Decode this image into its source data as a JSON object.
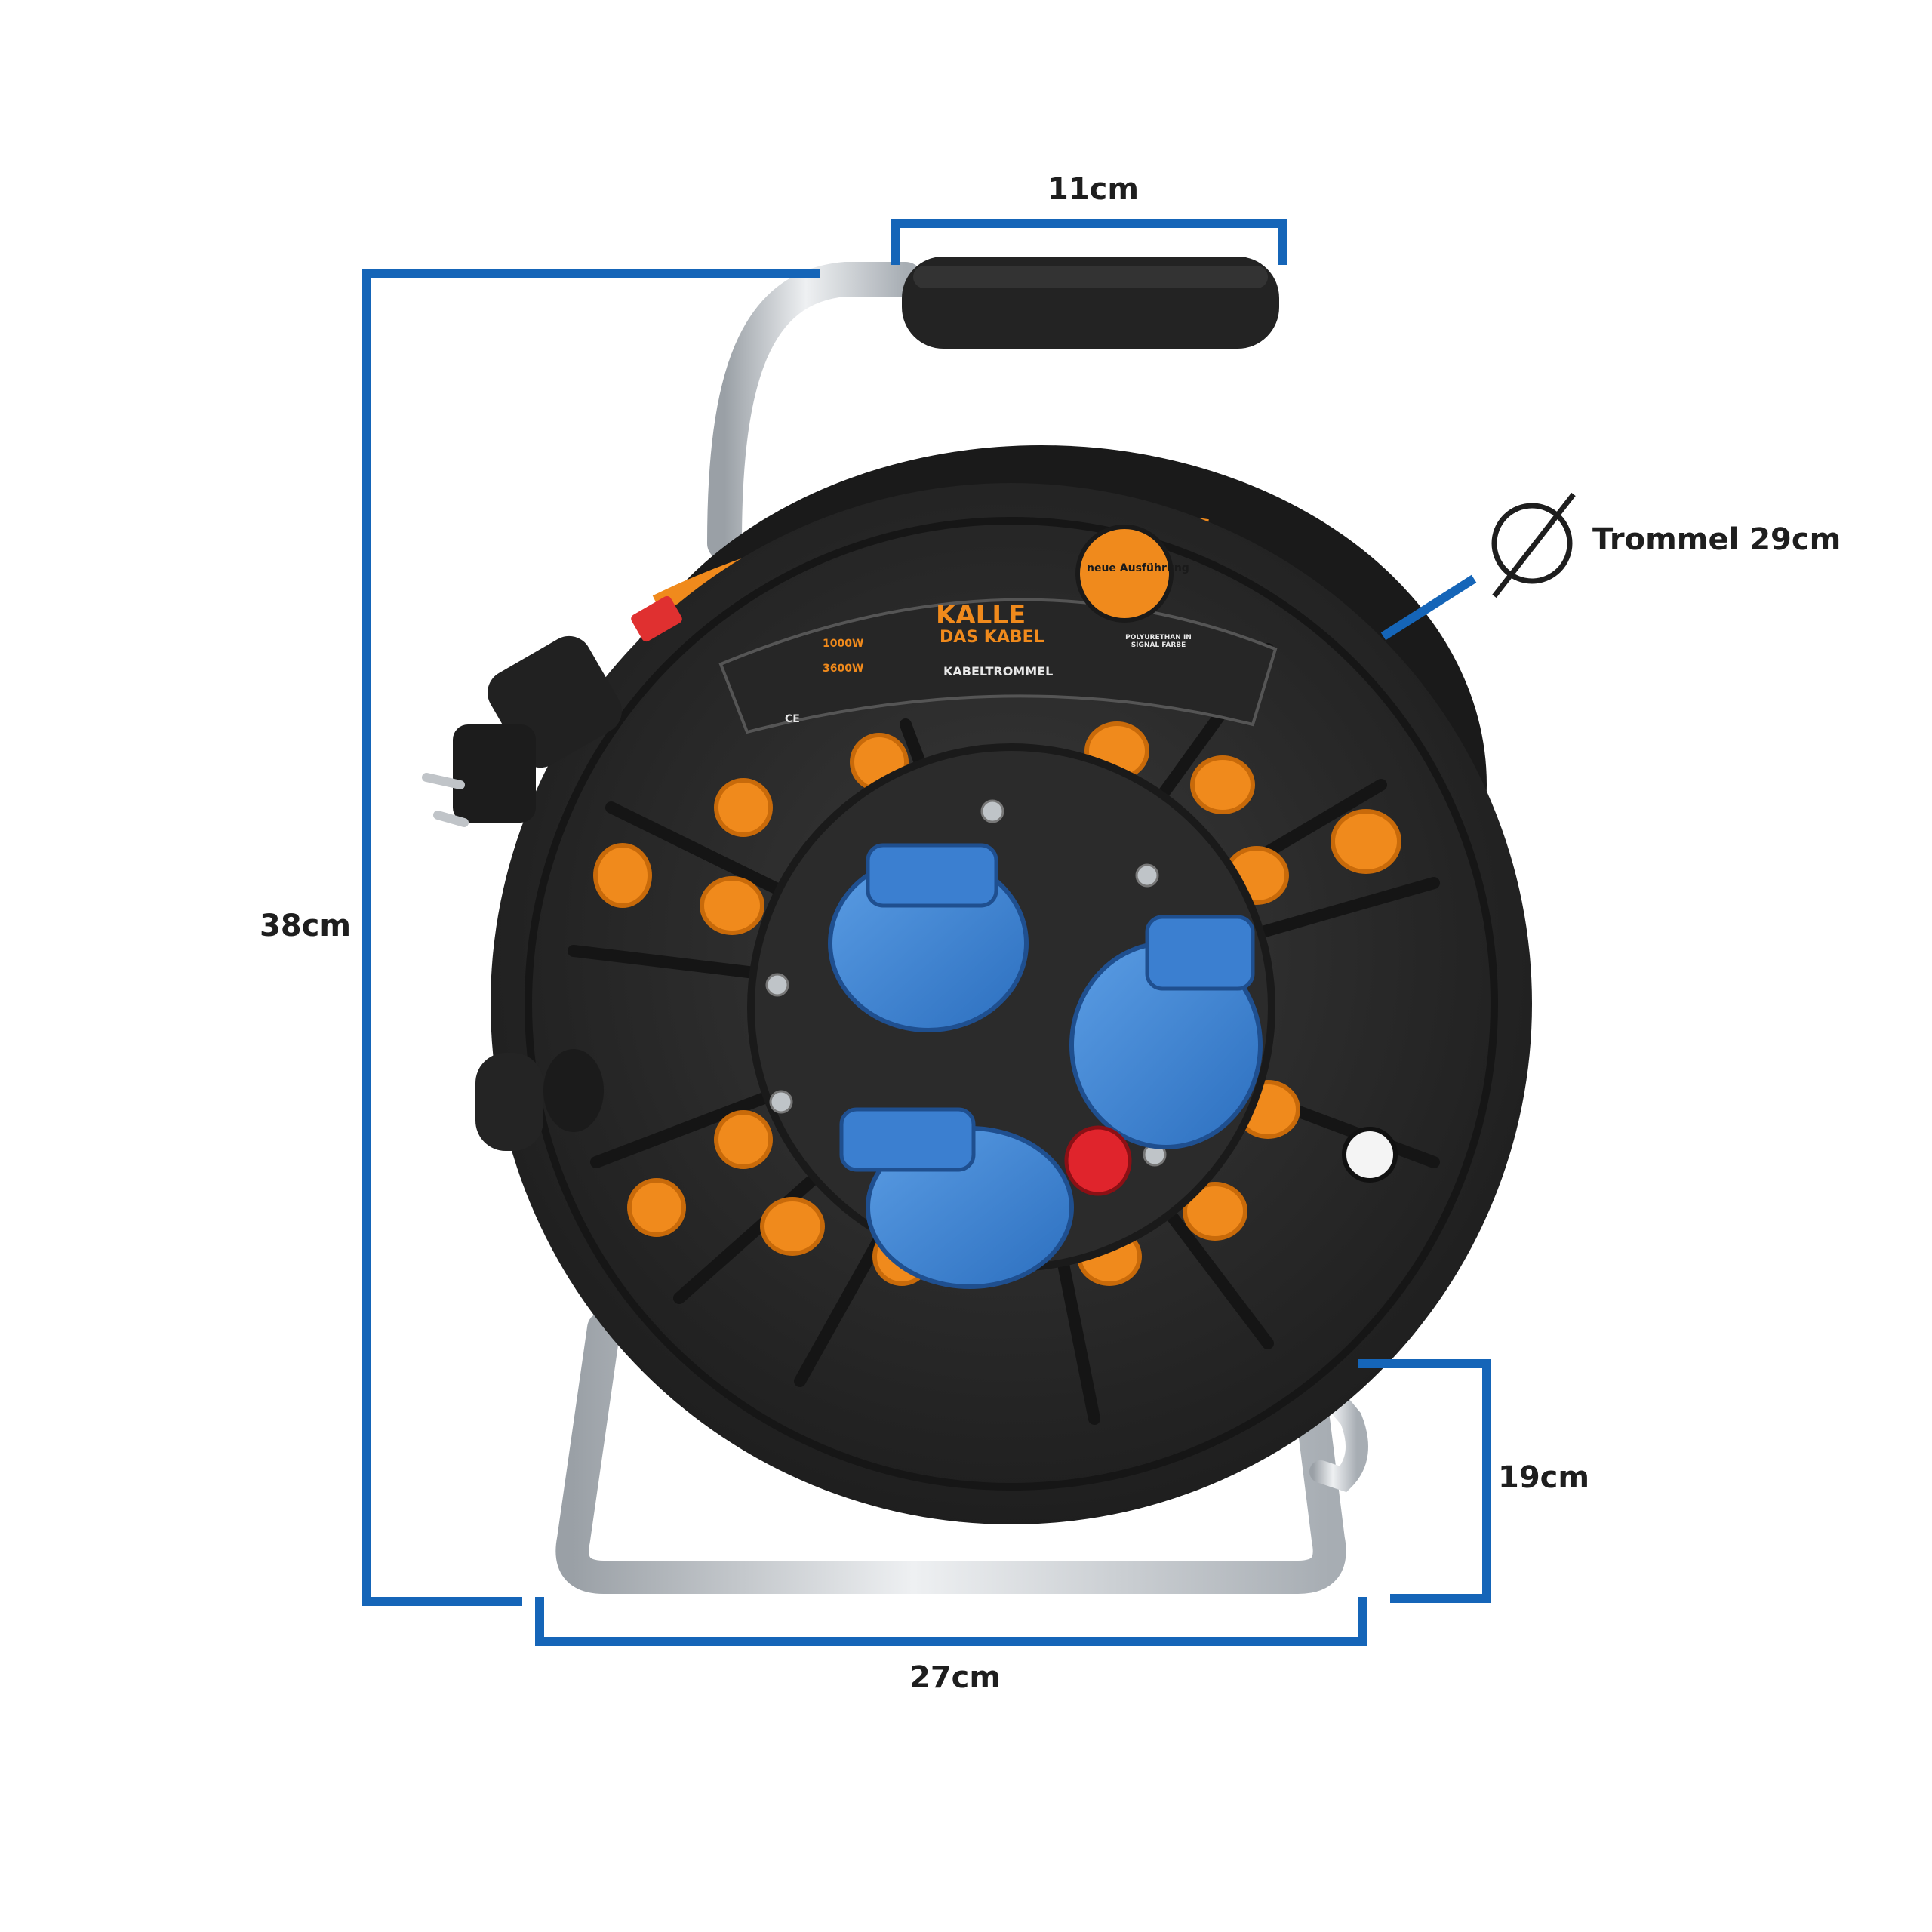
{
  "dimensions": {
    "handle_width": "11cm",
    "total_height": "38cm",
    "base_width": "27cm",
    "base_depth": "19cm",
    "drum_diameter": "Trommel 29cm"
  },
  "label": {
    "brand_line1": "KALLE",
    "brand_line2": "DAS KABEL",
    "badge": "neue Ausführung",
    "product": "KABELTROMMEL",
    "power_rolled": "1000W",
    "power_unrolled": "3600W",
    "material_note": "POLYURETHAN IN SIGNAL FARBE",
    "ce_mark": "CE"
  },
  "colors": {
    "dimension_line": "#1565b8",
    "drum": "#2a2a2a",
    "socket": "#3d82d4",
    "cable": "#f08a1c",
    "frame": "#c8ccd0"
  }
}
